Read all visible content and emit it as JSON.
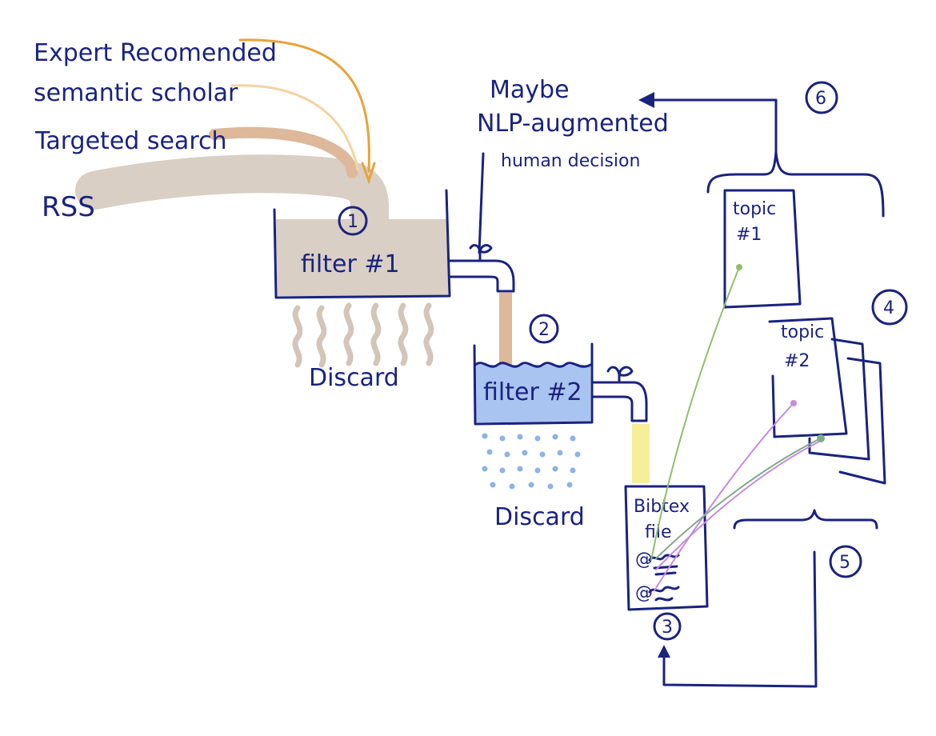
{
  "sources": {
    "expert": "Expert Recomended",
    "semantic": "semantic scholar",
    "targeted": "Targeted search",
    "rss": "RSS"
  },
  "filter1": {
    "number": "1",
    "label": "filter #1",
    "discard": "Discard"
  },
  "decision": {
    "line1": "Maybe",
    "line2": "NLP-augmented",
    "line3": "human decision",
    "number": "6"
  },
  "filter2": {
    "number": "2",
    "label": "filter #2",
    "discard": "Discard"
  },
  "bibtex": {
    "line1": "Bibtex",
    "line2": "file",
    "entry1": "@",
    "entry2": "@",
    "number": "3"
  },
  "topics": {
    "topic1_line1": "topic",
    "topic1_line2": "#1",
    "topic2_line1": "topic",
    "topic2_line2": "#2",
    "number": "4"
  },
  "feedback": {
    "number": "5"
  },
  "colors": {
    "ink": "#1a237e",
    "expert": "#e8a33a",
    "semantic": "#f5d3a0",
    "targeted": "#ddb89a",
    "rss": "#d9cfc5",
    "filter2_water": "#a9c4f0",
    "bibtex_stream": "#f6ef9a",
    "link_green": "#8fc06b",
    "link_purple": "#c58ce0",
    "link_teal": "#7fa98a",
    "discard_drops": "#8db3e8"
  }
}
